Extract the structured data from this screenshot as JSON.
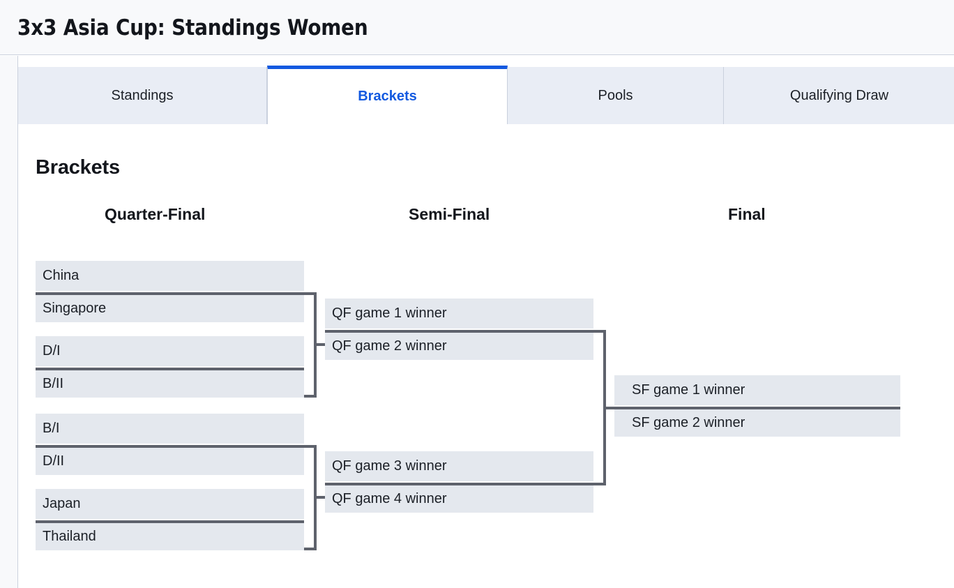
{
  "header": {
    "title": "3x3 Asia Cup: Standings Women"
  },
  "tabs": [
    {
      "label": "Standings",
      "active": false
    },
    {
      "label": "Brackets",
      "active": true
    },
    {
      "label": "Pools",
      "active": false
    },
    {
      "label": "Qualifying Draw",
      "active": false
    }
  ],
  "brackets": {
    "heading": "Brackets",
    "round_headers": [
      {
        "label": "Quarter-Final"
      },
      {
        "label": "Semi-Final"
      },
      {
        "label": "Final"
      }
    ],
    "quarter_final": [
      {
        "label": "China"
      },
      {
        "label": "Singapore"
      },
      {
        "label": "D/I"
      },
      {
        "label": "B/II"
      },
      {
        "label": "B/I"
      },
      {
        "label": "D/II"
      },
      {
        "label": "Japan"
      },
      {
        "label": "Thailand"
      }
    ],
    "semi_final": [
      {
        "label": "QF game 1 winner"
      },
      {
        "label": "QF game 2 winner"
      },
      {
        "label": "QF game 3 winner"
      },
      {
        "label": "QF game 4 winner"
      }
    ],
    "final": [
      {
        "label": "SF game 1 winner"
      },
      {
        "label": "SF game 2 winner"
      }
    ]
  },
  "colors": {
    "accent": "#1259e0",
    "entry_bg": "#e4e8ee",
    "connector": "#5e626c",
    "tab_bg": "#e9edf5"
  }
}
